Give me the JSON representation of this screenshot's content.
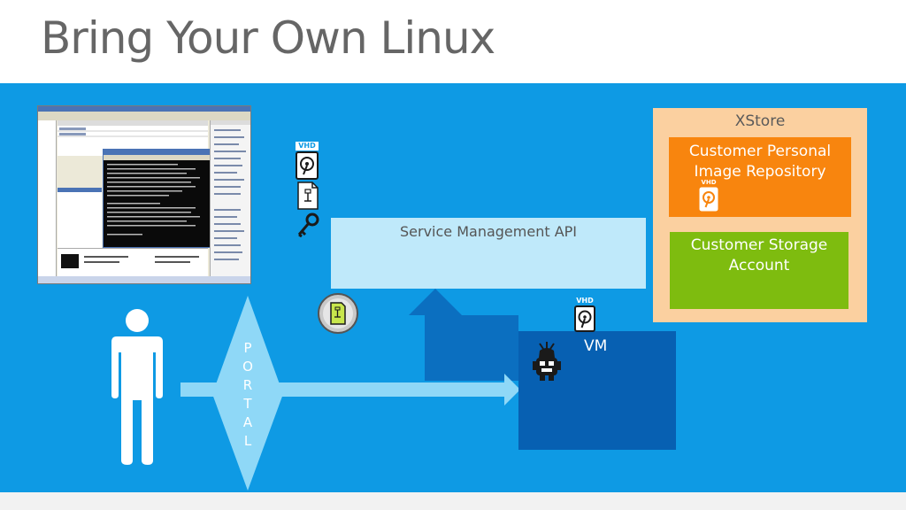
{
  "title": "Bring Your Own Linux",
  "service_management": {
    "label": "Service Management API"
  },
  "xstore": {
    "label": "XStore",
    "repository": {
      "line1": "Customer Personal",
      "line2": "Image Repository"
    },
    "storage": {
      "line1": "Customer Storage",
      "line2": "Account"
    }
  },
  "vm": {
    "label": "VM"
  },
  "portal": {
    "letters": [
      "P",
      "O",
      "R",
      "T",
      "A",
      "L"
    ]
  },
  "vhd_badge": "VHD",
  "colors": {
    "stage": "#0e9ae4",
    "service_box": "#bfe9fa",
    "xstore": "#fbd0a0",
    "repository": "#f8850e",
    "storage": "#7ebc0f",
    "vm": "#0760b2",
    "flow": "#8fd8f7",
    "up_arrow": "#0b6fc0"
  },
  "icons": {
    "person": "person-icon",
    "vhd": "vhd-disk-icon",
    "certificate": "certificate-icon",
    "key": "key-icon",
    "cd": "certificate-cd-icon",
    "linux": "linux-penguin-icon"
  }
}
